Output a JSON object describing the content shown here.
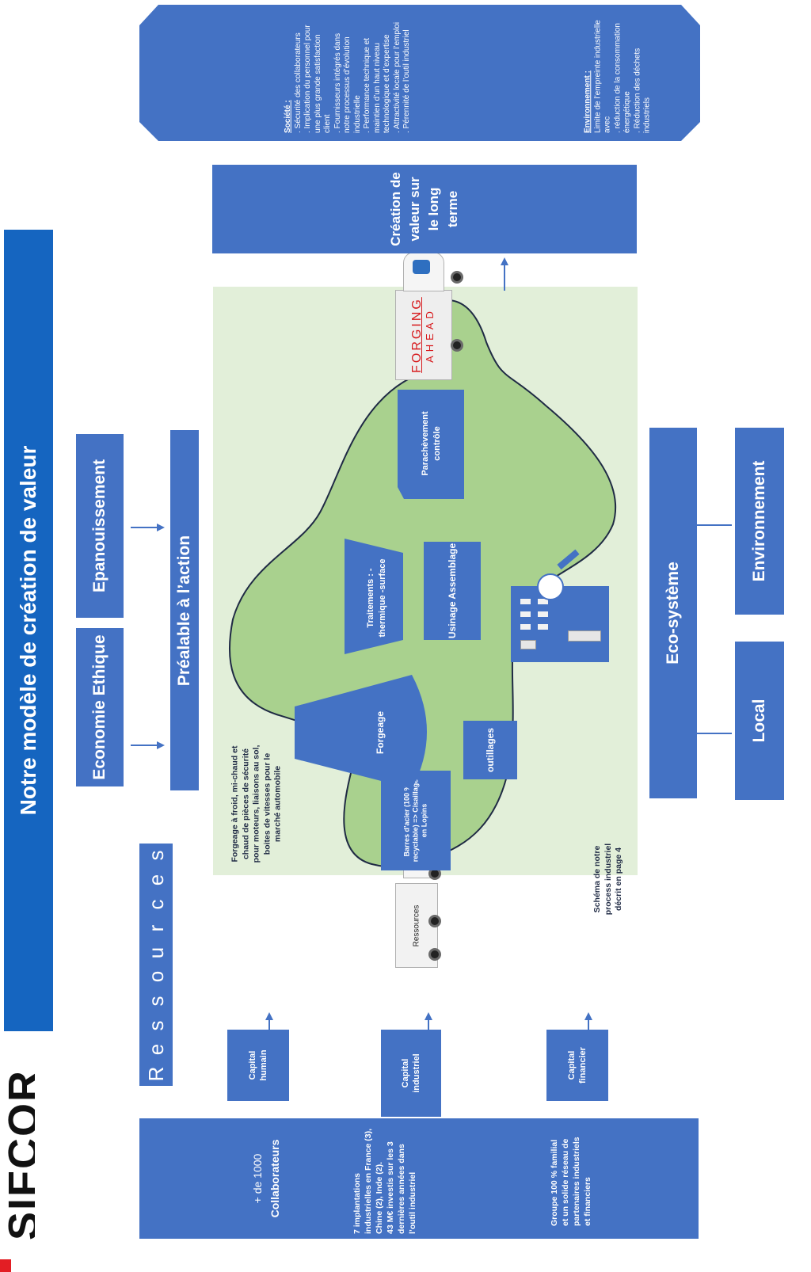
{
  "title": "Notre modèle de création de valeur",
  "logo_text": "SIFCOR",
  "top_boxes": {
    "economie": "Economie Ethique",
    "epanouissement": "Epanouissement",
    "prealable": "Préalable à l’action"
  },
  "bottom_boxes": {
    "local": "Local",
    "environnement": "Environnement",
    "ecosysteme": "Eco-système"
  },
  "resources_box": {
    "letters": [
      "R",
      "e",
      "s",
      "s",
      "o",
      "u",
      "r",
      "c",
      "e",
      "s"
    ]
  },
  "capitals": {
    "humain": "Capital humain",
    "industriel": "Capital industriel",
    "financier": "Capital financier"
  },
  "left_info": {
    "collab_prefix": "+ de 1000",
    "collab_label": "Collaborateurs",
    "implantations": "7 implantations industrielles en France (3), Chine (2), Inde (2).",
    "investment": "43 M€ investis sur les 3 dernières années dans l’outil industriel",
    "group": "Groupe 100 % familial et un solide réseau de partenaires industriels et financiers"
  },
  "process": {
    "description": "Forgeage à froid, mi-chaud et chaud de pièces de sécurité pour moteurs, liaisons au sol, boites de vitesses pour le marché automobile",
    "schema_note": "Schéma de notre process industriel décrit en page 4",
    "barres": "Barres d’acier (100 % recyclable) => Cisaillage en Lopins",
    "forgeage": "Forgeage",
    "outillages": "outillages",
    "traitements": "Traitements : - thermique -surface",
    "usinage": "Usinage Assemblage",
    "parachevement": "Parachèvement contrôle",
    "truck_left": "Ressources",
    "truck_right_1": "FORGING",
    "truck_right_2": "AHEAD"
  },
  "creation": "Création de valeur sur le long terme",
  "right_info": {
    "societe_title": "Société :",
    "societe_items": [
      ". Sécurité des collaborateurs",
      ". Implication du personnel pour une plus grande satisfaction client",
      ". Fournisseurs intégrés dans notre processus d’évolution industrielle",
      ". Performance technique et maintien d’un haut niveau technologique et d’expertise",
      ". Attractivité locale pour l’emploi",
      ". Pérennité de l’outil industriel"
    ],
    "env_title": "Environnement :",
    "env_items": [
      "Limite de l’empreinte industrielle avec",
      ". réduction de la consommation énergétique",
      ". Réduction des déchets industriels"
    ]
  },
  "colors": {
    "box_blue": "#4472c4",
    "title_blue": "#1565c0",
    "light_green": "#e2efd9",
    "blob_green": "#a9d18e"
  }
}
